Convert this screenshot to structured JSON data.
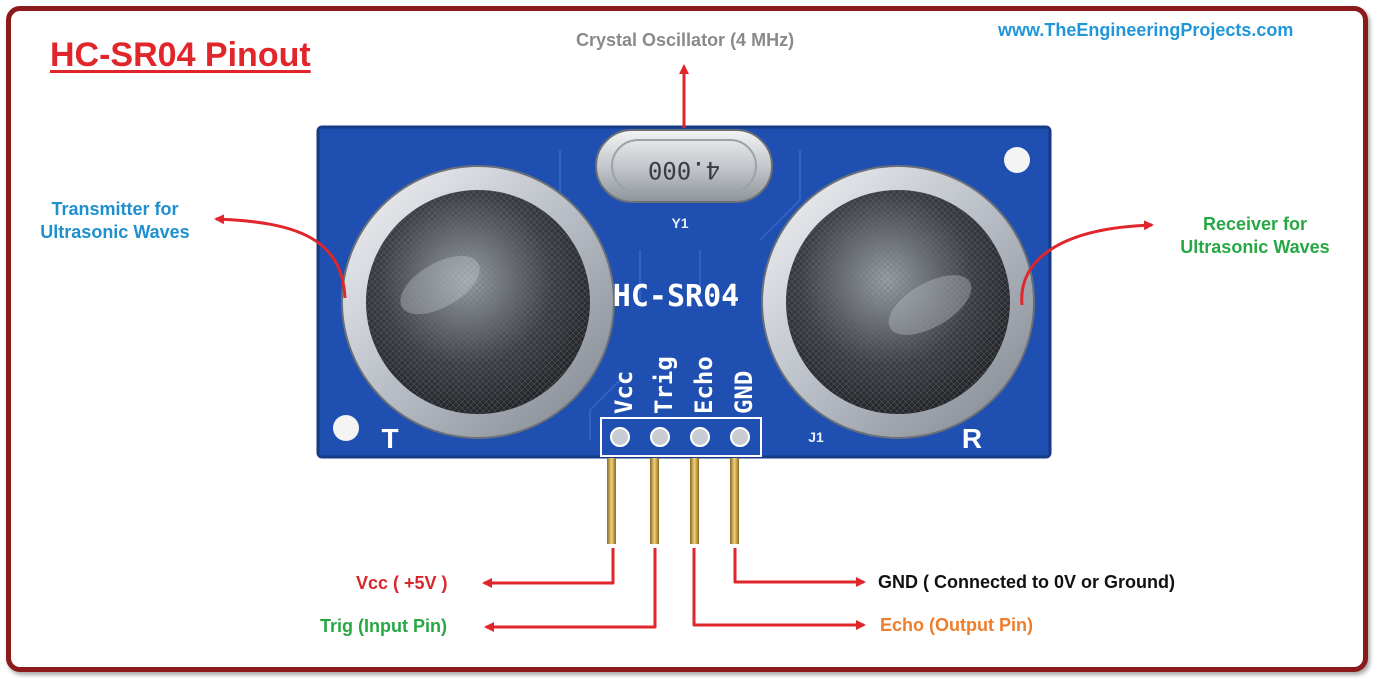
{
  "title": "HC-SR04 Pinout",
  "website": "www.TheEngineeringProjects.com",
  "labels": {
    "crystal": "Crystal Oscillator (4 MHz)",
    "transmitter": [
      "Transmitter for",
      "Ultrasonic Waves"
    ],
    "receiver": [
      "Receiver for",
      "Ultrasonic Waves"
    ],
    "vcc": "Vcc ( +5V )",
    "trig": "Trig (Input Pin)",
    "gnd": "GND ( Connected to 0V or Ground)",
    "echo": "Echo (Output Pin)"
  },
  "board": {
    "model": "HC-SR04",
    "crystal_marking": "4.000",
    "crystal_ref": "Y1",
    "connector_ref": "J1",
    "transmitter_mark": "T",
    "receiver_mark": "R",
    "pins": [
      "Vcc",
      "Trig",
      "Echo",
      "GND"
    ]
  },
  "colors": {
    "frame": "#8b1a1a",
    "arrow": "#e0262b",
    "pcb": "#1f4fb0",
    "title": "#e0262b",
    "website": "#2196d8",
    "crystal_label": "#8a8a8a",
    "transmitter_label": "#1e90d0",
    "receiver_label": "#27a844",
    "vcc_label": "#d9262b",
    "trig_label": "#27a844",
    "gnd_label": "#111111",
    "echo_label": "#ef7d2a"
  }
}
